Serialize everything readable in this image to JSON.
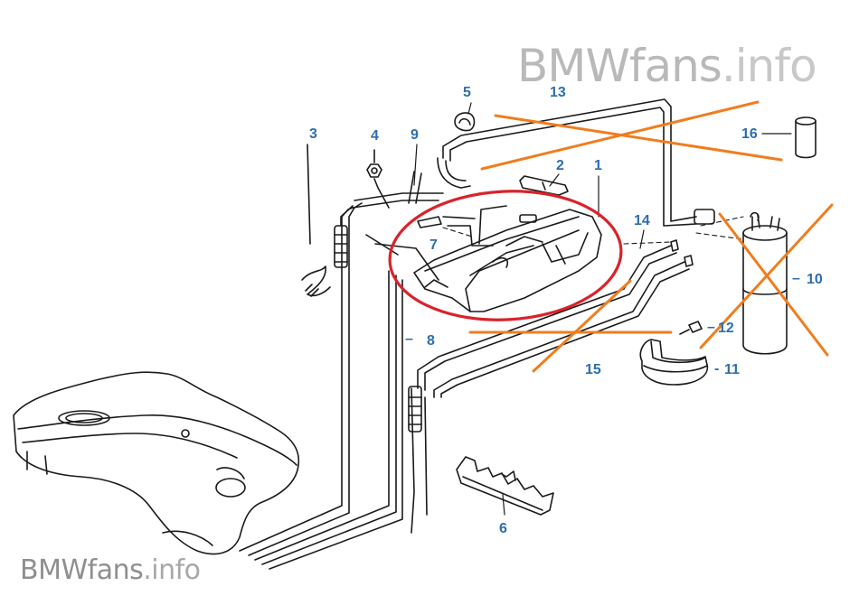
{
  "watermark": {
    "brand": "BMWfans",
    "suffix": ".info"
  },
  "part_labels": [
    "1",
    "2",
    "3",
    "4",
    "5",
    "6",
    "7",
    "8",
    "9",
    "10",
    "11",
    "12",
    "13",
    "14",
    "15",
    "16"
  ],
  "colors": {
    "line_art": "#1a1a1a",
    "label": "#2e6ead",
    "highlight_circle": "#d9232b",
    "strike_mark": "#f07d1e",
    "watermark": "#b9b9b9"
  }
}
